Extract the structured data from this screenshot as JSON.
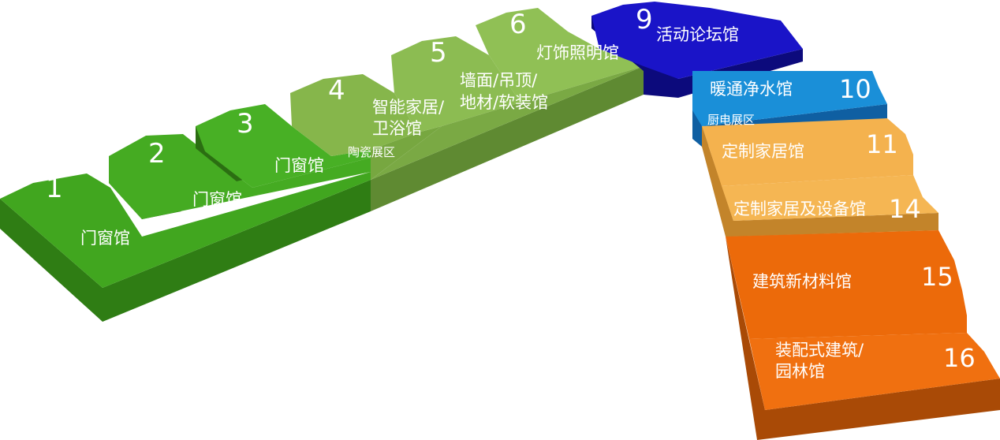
{
  "colors": {
    "green_dark_top": "#41a61f",
    "green_dark_side": "#2f7d14",
    "green_light_top": "#86b64b",
    "green_light_side": "#5f8a32",
    "blue_dark_top": "#1a14c8",
    "blue_dark_side": "#0c0a7c",
    "blue_light_top": "#1a8fd8",
    "blue_light_side": "#0f5fa2",
    "yellow_top": "#f4b24e",
    "yellow_side": "#c3842a",
    "orange_top": "#ec6a0a",
    "orange_side": "#a94a06"
  },
  "halls": {
    "h1": {
      "number": "1",
      "name": "门窗馆"
    },
    "h2": {
      "number": "2",
      "name": "门窗馆"
    },
    "h3": {
      "number": "3",
      "name": "门窗馆"
    },
    "h4": {
      "number": "4",
      "name_line1": "智能家居/",
      "name_line2": "卫浴馆",
      "sub": "陶瓷展区"
    },
    "h5": {
      "number": "5",
      "name_line1": "墙面/吊顶/",
      "name_line2": "地材/软装馆"
    },
    "h6": {
      "number": "6",
      "name": "灯饰照明馆"
    },
    "h9": {
      "number": "9",
      "name": "活动论坛馆"
    },
    "h10": {
      "number": "10",
      "name": "暖通净水馆",
      "sub": "厨电展区"
    },
    "h11": {
      "number": "11",
      "name": "定制家居馆"
    },
    "h14": {
      "number": "14",
      "name": "定制家居及设备馆"
    },
    "h15": {
      "number": "15",
      "name": "建筑新材料馆"
    },
    "h16": {
      "number": "16",
      "name_line1": "装配式建筑/",
      "name_line2": "园林馆"
    }
  }
}
